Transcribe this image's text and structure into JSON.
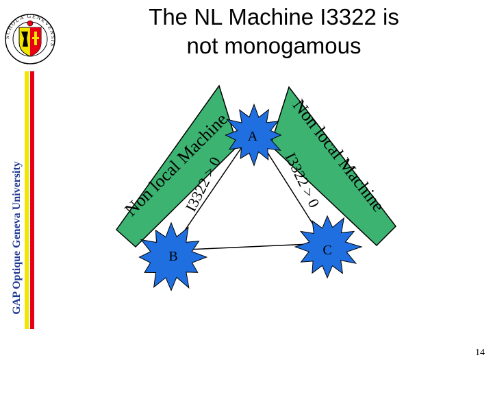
{
  "title": {
    "line1": "The NL Machine I3322 is",
    "line2": "not monogamous"
  },
  "sidebar": {
    "university": "GAP Optique Geneva University",
    "colors": {
      "yellow": "#f2e600",
      "red": "#e60012"
    }
  },
  "logo": {
    "icon": "geneva-university-seal-icon",
    "ring_text": "SCHOLA GENEVENSIS"
  },
  "diagram": {
    "nodes": {
      "a": "A",
      "b": "B",
      "c": "C"
    },
    "machines": {
      "left": {
        "label": "Non local Machine",
        "condition": "I3322 > 0"
      },
      "right": {
        "label": "Non local Machine",
        "condition": "I3322 > 0"
      }
    },
    "colors": {
      "machine_fill": "#3cb371",
      "star_fill": "#1f6fe0"
    }
  },
  "page_number": "14"
}
